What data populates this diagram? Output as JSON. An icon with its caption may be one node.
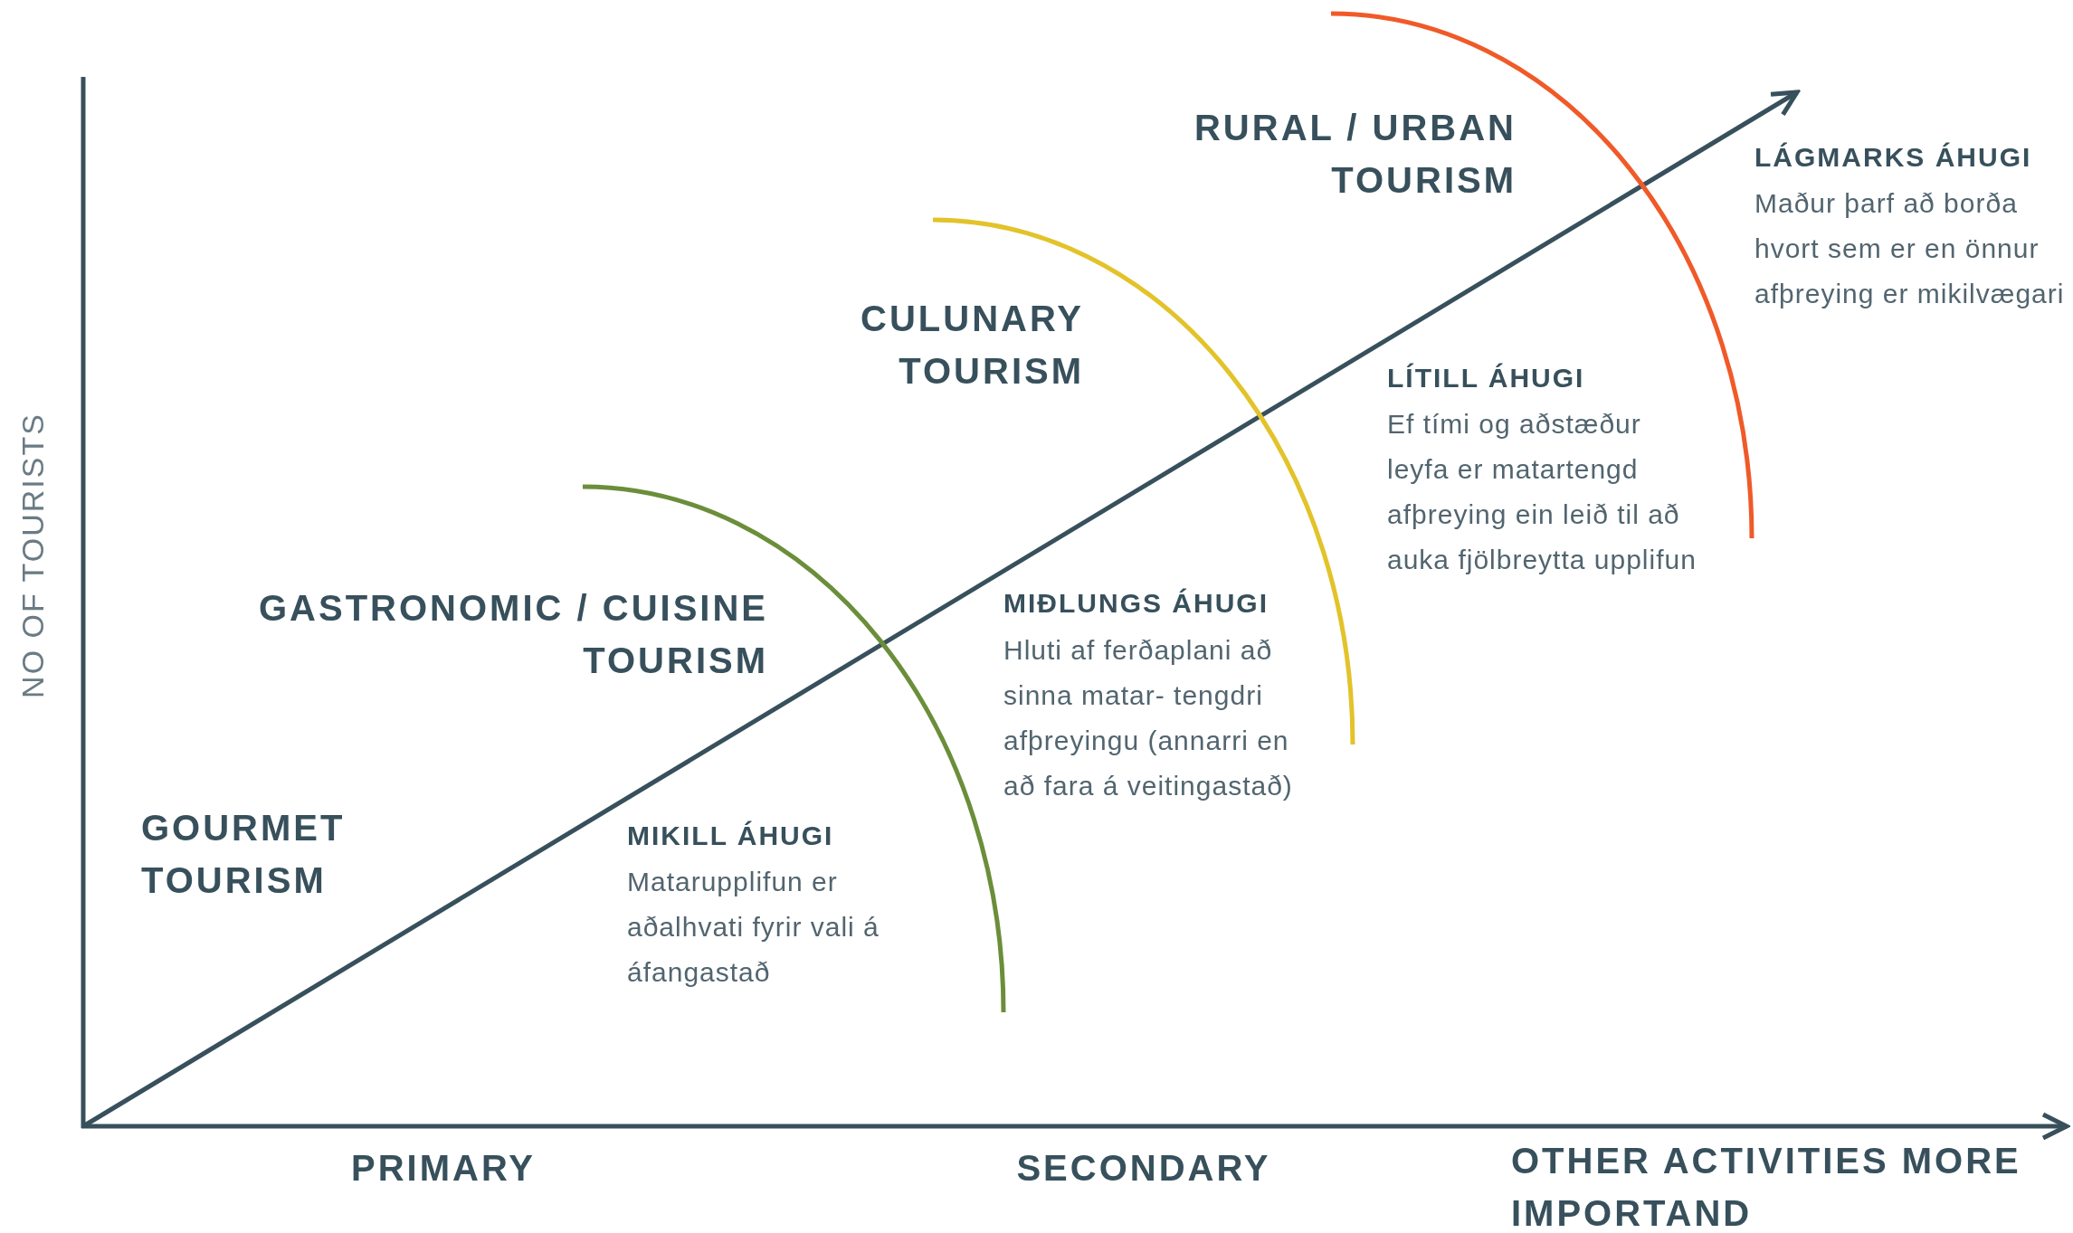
{
  "diagram": {
    "labels": [
      "RURAL / URBAN TOURISM",
      "LÁGMARKS ÁHUGI",
      "Maður þarf að borða hvort sem er en önnur afþreying er mikilvægari",
      "CULUNARY TOURISM",
      "LÍTILL ÁHUGI",
      "Ef tími og aðstæður leyfa er matartengd afþreying ein leið til að auka fjölbreytta upplifun",
      "NO OF TOURISTS",
      "GASTRONOMIC / CUISINE TOURISM",
      "MIÐLUNGS ÁHUGI",
      "Hluti af ferðaplani að sinna matar- tengdri afþreyingu (annarri en að fara á veitingastað)",
      "GOURMET TOURISM",
      "MIKILL ÁHUGI",
      "Matarupplifun er aðalhvati fyrir vali á áfangastað",
      "PRIMARY",
      "SECONDARY",
      "OTHER ACTIVITIES MORE IMPORTAND"
    ]
  }
}
